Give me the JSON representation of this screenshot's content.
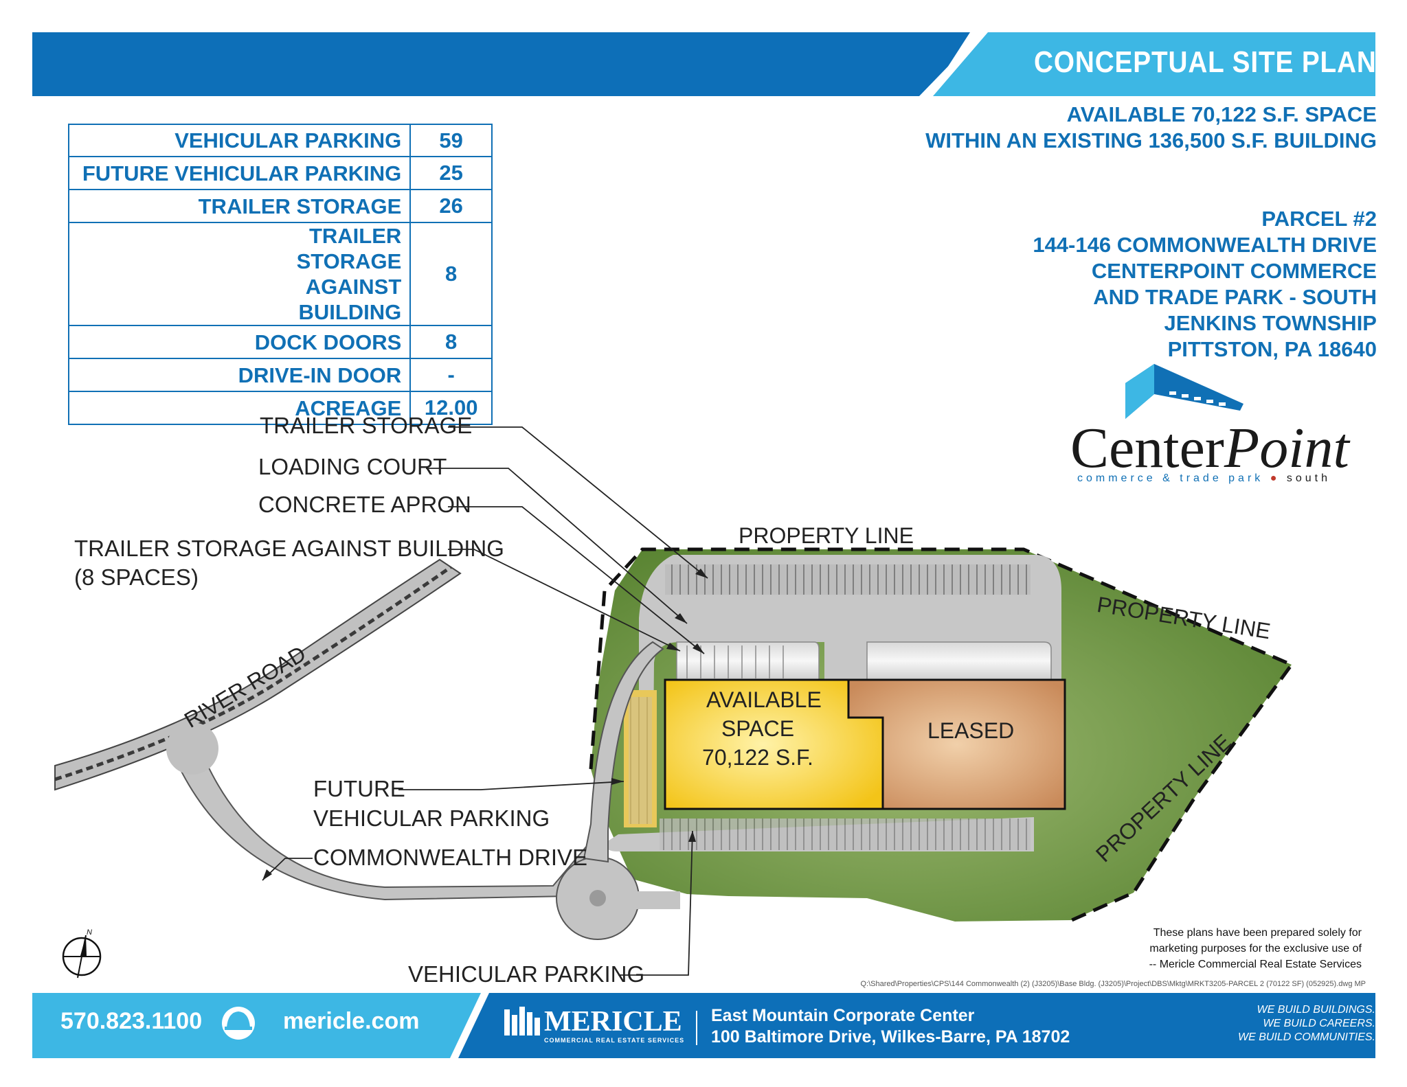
{
  "header": {
    "title": "CONCEPTUAL SITE PLAN",
    "subtitle_lines": [
      "AVAILABLE 70,122 S.F. SPACE",
      "WITHIN AN EXISTING 136,500 S.F. BUILDING"
    ],
    "address_lines": [
      "PARCEL #2",
      "144-146 COMMONWEALTH DRIVE",
      "CENTERPOINT COMMERCE",
      "AND TRADE PARK - SOUTH",
      "JENKINS TOWNSHIP",
      "PITTSTON, PA 18640"
    ]
  },
  "stats": [
    {
      "label": "VEHICULAR PARKING",
      "value": "59"
    },
    {
      "label": "FUTURE VEHICULAR PARKING",
      "value": "25"
    },
    {
      "label": "TRAILER STORAGE",
      "value": "26"
    },
    {
      "label": "TRAILER STORAGE AGAINST BUILDING",
      "value": "8"
    },
    {
      "label": "DOCK DOORS",
      "value": "8"
    },
    {
      "label": "DRIVE-IN DOOR",
      "value": "-"
    },
    {
      "label": "ACREAGE",
      "value": "12.00"
    }
  ],
  "logo": {
    "name_part1": "Center",
    "name_part2": "Point",
    "tagline": "commerce & trade park",
    "tagline_end": "south"
  },
  "callouts": {
    "trailer_storage": "TRAILER STORAGE",
    "loading_court": "LOADING COURT",
    "concrete_apron": "CONCRETE APRON",
    "trailer_against": "TRAILER STORAGE AGAINST BUILDING",
    "trailer_against_sub": "(8 SPACES)",
    "future_parking_1": "FUTURE",
    "future_parking_2": "VEHICULAR PARKING",
    "commonwealth": "COMMONWEALTH DRIVE",
    "vehicular_parking": "VEHICULAR PARKING"
  },
  "plan": {
    "property_line": "PROPERTY LINE",
    "river_road": "RIVER ROAD",
    "available_1": "AVAILABLE",
    "available_2": "SPACE",
    "available_3": "70,122 S.F.",
    "leased": "LEASED",
    "north": "N"
  },
  "disclaimer": [
    "These plans have been prepared solely for",
    "marketing purposes for the exclusive use of",
    "-- Mericle Commercial Real Estate Services"
  ],
  "filepath": "Q:\\Shared\\Properties\\CPS\\144 Commonwealth (2) (J3205)\\Base Bldg. (J3205)\\Project\\DBS\\Mktg\\MRKT3205-PARCEL 2 (70122 SF) (052925).dwg    MP",
  "footer": {
    "phone": "570.823.1100",
    "website": "mericle.com",
    "brand": "MERICLE",
    "brand_sub": "COMMERCIAL REAL ESTATE SERVICES",
    "address_1": "East Mountain Corporate Center",
    "address_2": "100 Baltimore Drive, Wilkes-Barre, PA 18702",
    "tagline": [
      "WE BUILD BUILDINGS.",
      "WE BUILD CAREERS.",
      "WE BUILD COMMUNITIES."
    ]
  },
  "colors": {
    "dark_blue": "#0d6fb8",
    "light_blue": "#3db7e4",
    "text_blue": "#1070b5",
    "available": "#f6d12a",
    "leased": "#d9a880",
    "grass": "#6e9a48"
  }
}
